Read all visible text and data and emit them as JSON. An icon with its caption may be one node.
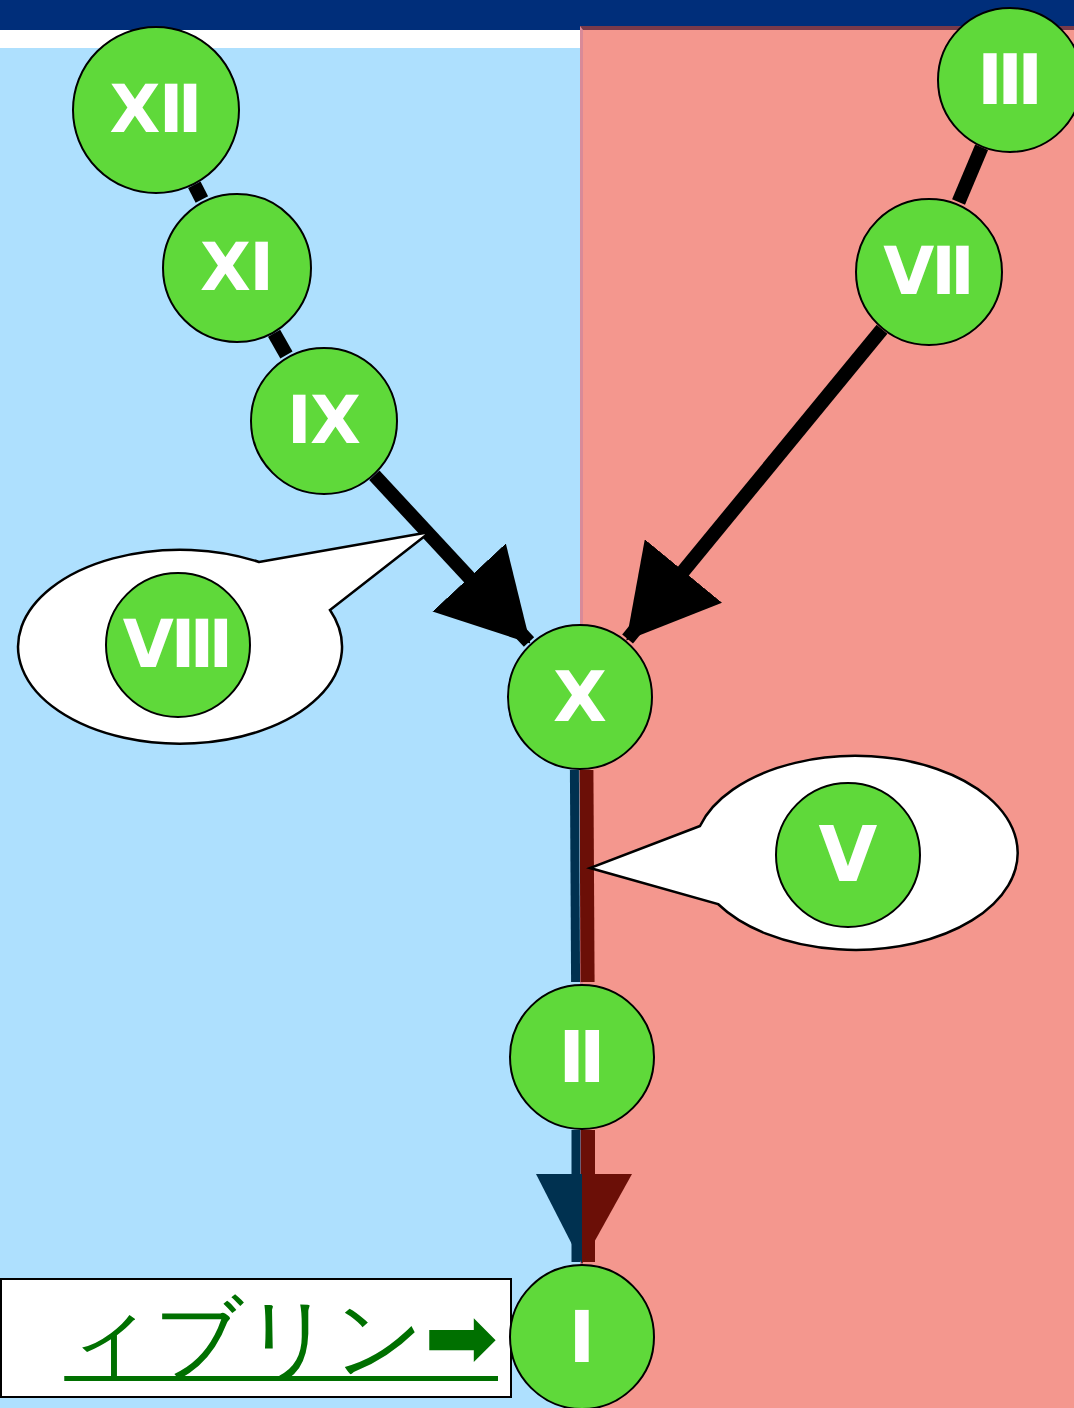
{
  "diagram": {
    "nodes": [
      {
        "text": [
          "Ⅻ"
        ]
      },
      {
        "text": [
          "Ⅲ"
        ]
      },
      {
        "text": [
          "Ⅺ"
        ]
      },
      {
        "text": [
          "Ⅶ"
        ]
      },
      {
        "text": [
          "Ⅸ"
        ]
      },
      {
        "text": [],
        "shape": "callout"
      },
      {
        "text": [
          "Ⅷ"
        ],
        "in": 5
      },
      {
        "text": [
          "Ⅹ"
        ]
      },
      {
        "text": [],
        "shape": "callout"
      },
      {
        "text": [
          "Ⅴ"
        ],
        "in": 8
      },
      {
        "text": [
          "Ⅱ"
        ]
      },
      {
        "text": [
          "ィブリン➡"
        ]
      },
      {
        "text": [
          "Ⅰ"
        ]
      }
    ],
    "edges": [
      {
        "from": 0,
        "to": 2,
        "arrow": "none"
      },
      {
        "from": 2,
        "to": 4,
        "arrow": "none"
      },
      {
        "from": 4,
        "to": 7,
        "arrow": "to"
      },
      {
        "from": 1,
        "to": 3,
        "arrow": "none"
      },
      {
        "from": 3,
        "to": 7,
        "arrow": "to"
      },
      {
        "from": 7,
        "to": 10,
        "arrow": "none",
        "color": "#6b0f07"
      },
      {
        "from": 10,
        "to": 12,
        "arrow": "to",
        "color": "#6b0f07"
      }
    ]
  }
}
